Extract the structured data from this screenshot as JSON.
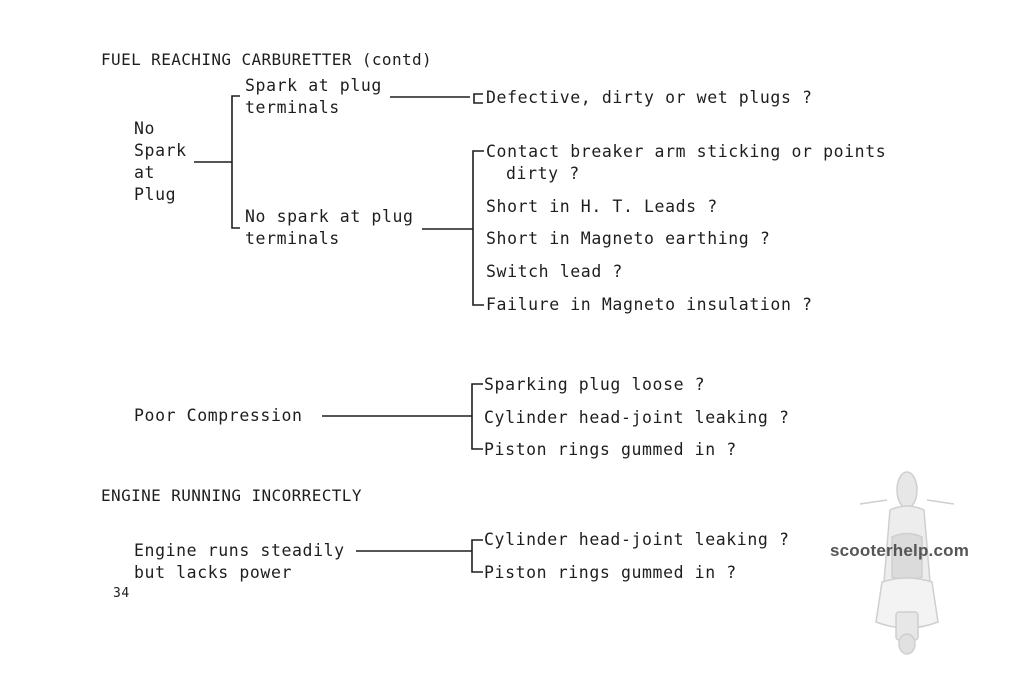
{
  "page": {
    "section1_heading": "FUEL REACHING CARBURETTER (contd)",
    "section2_heading": "ENGINE RUNNING INCORRECTLY",
    "page_number": "34",
    "watermark": "scooterhelp.com"
  },
  "no_spark": {
    "label": [
      "No",
      "Spark",
      "at",
      "Plug"
    ],
    "spark_at_plug": [
      "Spark at plug",
      "terminals"
    ],
    "spark_result": "Defective, dirty or wet plugs ?",
    "no_spark_at_plug": [
      "No spark at plug",
      "terminals"
    ],
    "no_spark_results": [
      "Contact breaker arm sticking or points",
      "dirty ?",
      "Short in H. T. Leads ?",
      "Short in Magneto earthing ?",
      "Switch lead ?",
      "Failure in Magneto insulation ?"
    ]
  },
  "poor_compression": {
    "label": "Poor Compression",
    "causes": [
      "Sparking plug loose ?",
      "Cylinder head-joint leaking ?",
      "Piston rings gummed in ?"
    ]
  },
  "lacks_power": {
    "label": [
      "Engine runs steadily",
      "but lacks power"
    ],
    "causes": [
      "Cylinder head-joint leaking ?",
      "Piston rings gummed in ?"
    ]
  }
}
